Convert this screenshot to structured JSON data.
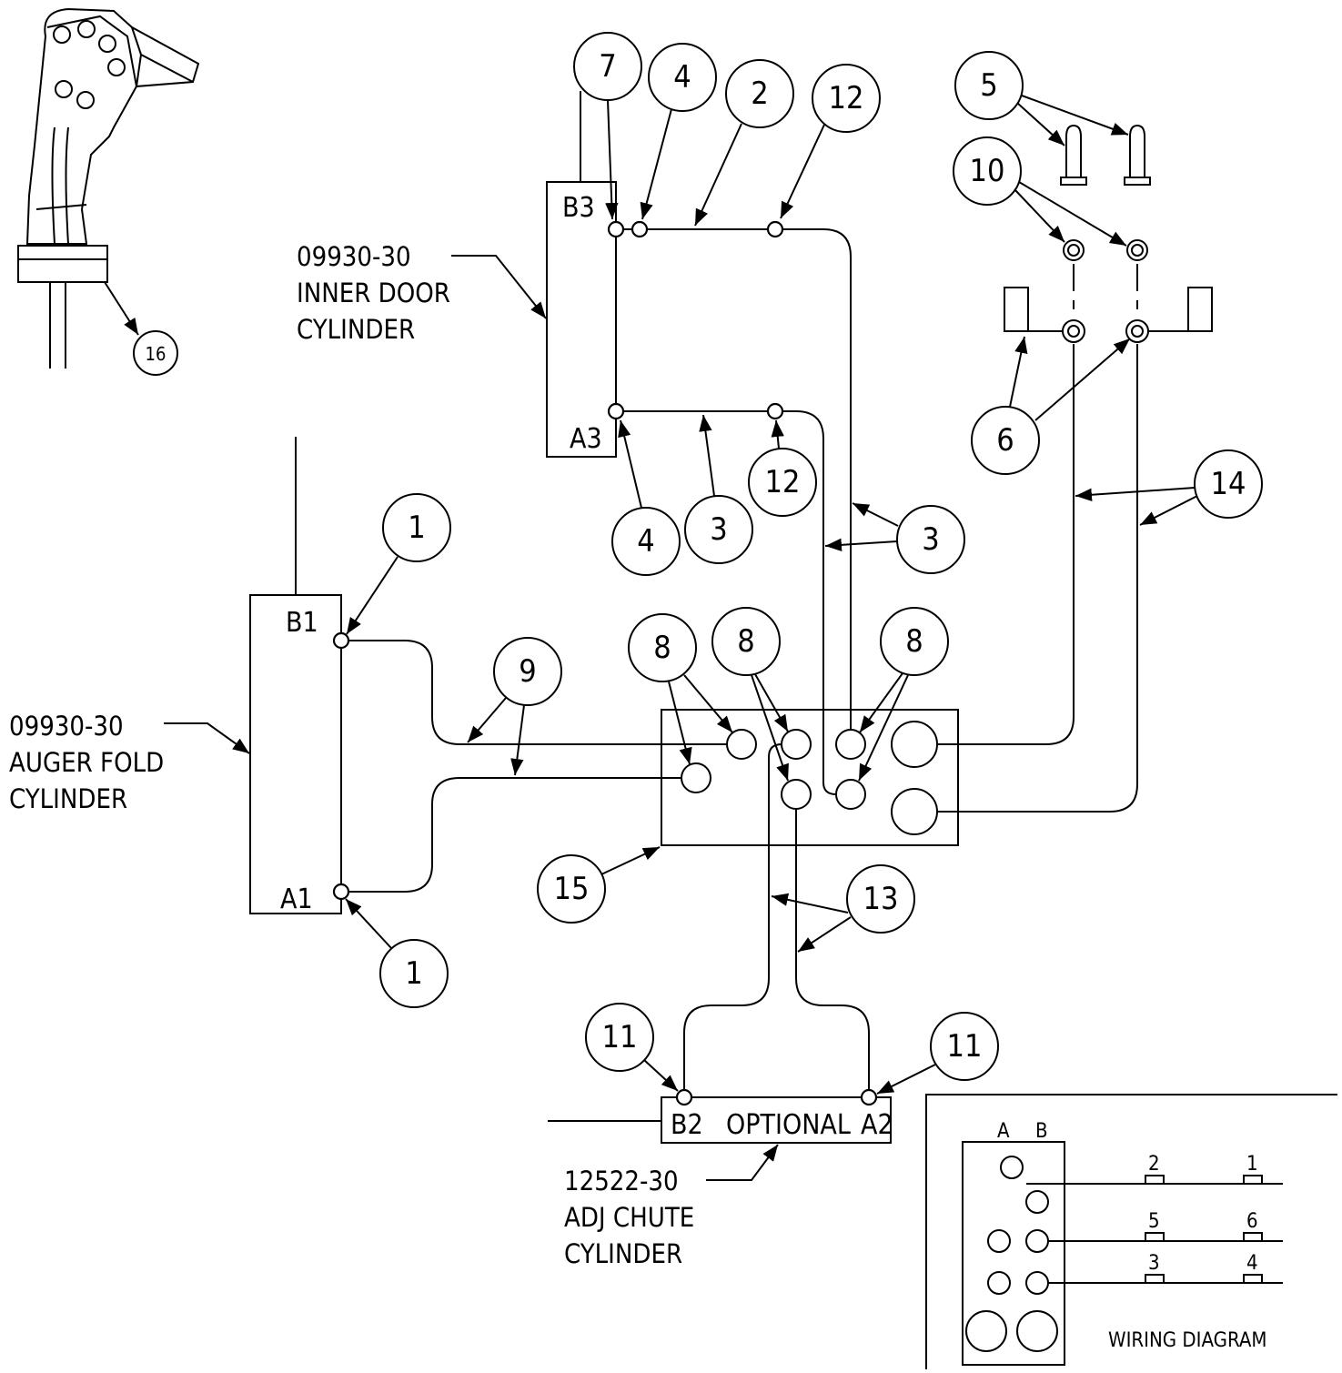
{
  "cylinders": {
    "inner_door": {
      "part": "09930-30",
      "line1": "INNER DOOR",
      "line2": "CYLINDER",
      "port_top": "B3",
      "port_bottom": "A3"
    },
    "auger_fold": {
      "part": "09930-30",
      "line1": "AUGER FOLD",
      "line2": "CYLINDER",
      "port_top": "B1",
      "port_bottom": "A1"
    },
    "adj_chute": {
      "part": "12522-30",
      "line1": "ADJ CHUTE",
      "line2": "CYLINDER",
      "port_left": "B2",
      "port_right": "A2",
      "label": "OPTIONAL"
    }
  },
  "callouts": {
    "c7": "7",
    "c4a": "4",
    "c2": "2",
    "c12a": "12",
    "c5": "5",
    "c10": "10",
    "c6": "6",
    "c12b": "12",
    "c4b": "4",
    "c3a": "3",
    "c3b": "3",
    "c14": "14",
    "c1a": "1",
    "c9": "9",
    "c8a": "8",
    "c8b": "8",
    "c8c": "8",
    "c15": "15",
    "c13": "13",
    "c1b": "1",
    "c11a": "11",
    "c11b": "11",
    "c16": "16"
  },
  "wiring": {
    "title": "WIRING DIAGRAM",
    "col_a": "A",
    "col_b": "B",
    "row1": [
      "2",
      "1"
    ],
    "row2": [
      "5",
      "6"
    ],
    "row3": [
      "3",
      "4"
    ]
  }
}
